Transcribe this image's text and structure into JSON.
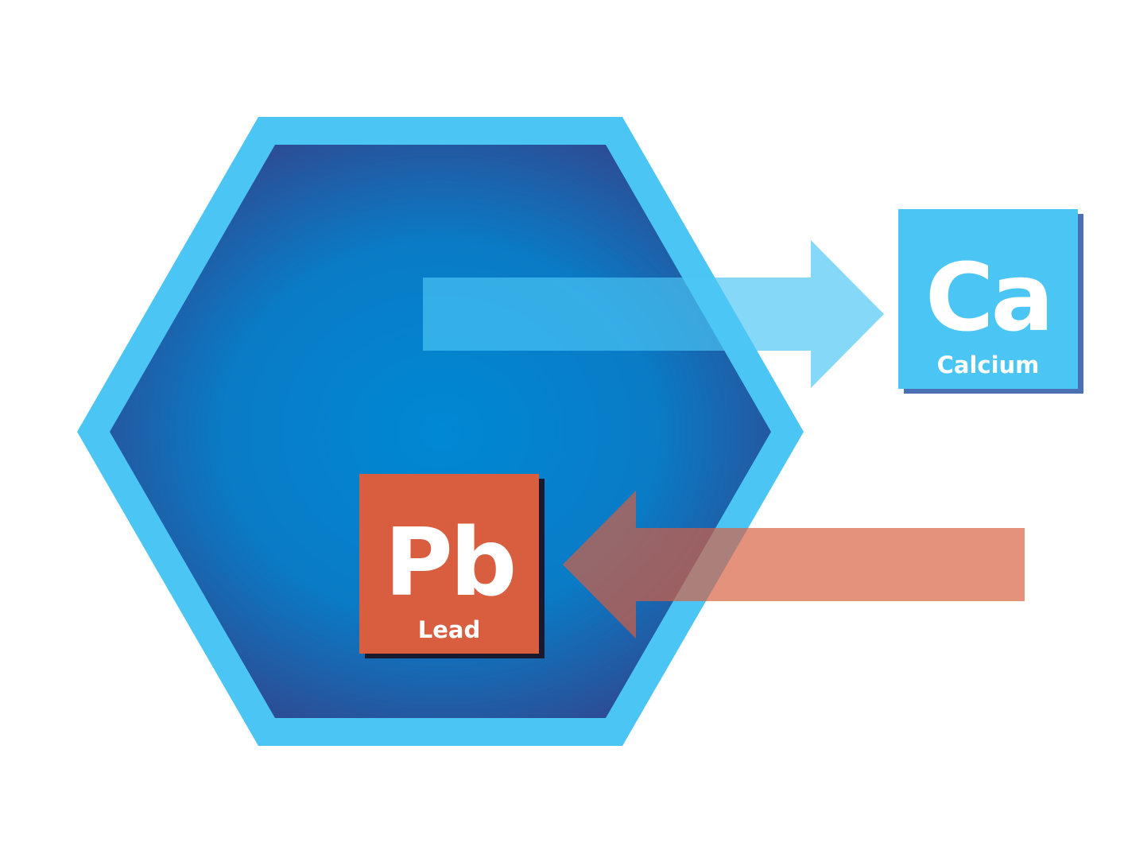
{
  "colors": {
    "hexagon_outer": "#4bc6f4",
    "hexagon_center": "#0088d4",
    "hexagon_edge": "#2b4e96",
    "arrow_out": "#4bc6f4",
    "arrow_in": "#d95e40",
    "calcium_tile": "#4bc6f4",
    "calcium_shadow": "#4a6fb3",
    "lead_tile": "#d95e40",
    "lead_shadow": "#1a1a2e"
  },
  "elements": {
    "calcium": {
      "symbol": "Ca",
      "name": "Calcium"
    },
    "lead": {
      "symbol": "Pb",
      "name": "Lead"
    }
  },
  "icons": {
    "container": "hexagon-icon",
    "outgoing": "arrow-right-icon",
    "incoming": "arrow-left-icon"
  }
}
